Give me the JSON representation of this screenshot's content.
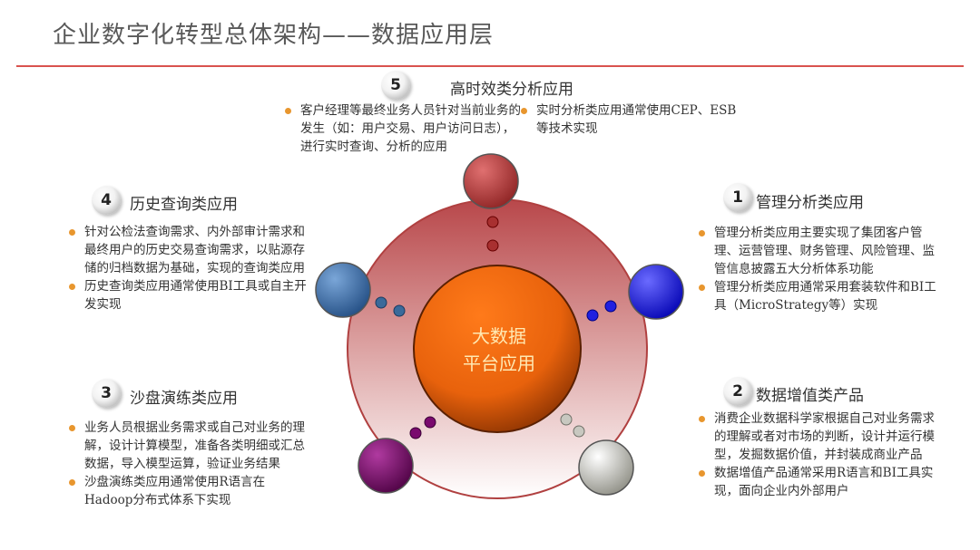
{
  "title": "企业数字化转型总体架构——数据应用层",
  "center": {
    "line1": "大数据",
    "line2": "平台应用"
  },
  "s5": {
    "num": "5",
    "heading": "高时效类分析应用",
    "left": [
      "客户经理等最终业务人员针对当前业务的发生（如：用户交易、用户访问日志），进行实时查询、分析的应用"
    ],
    "right": [
      "实时分析类应用通常使用CEP、ESB等技术实现"
    ]
  },
  "s4": {
    "num": "4",
    "heading": "历史查询类应用",
    "items": [
      "针对公检法查询需求、内外部审计需求和最终用户的历史交易查询需求，以贴源存储的归档数据为基础，实现的查询类应用",
      "历史查询类应用通常使用BI工具或自主开发实现"
    ]
  },
  "s1": {
    "num": "1",
    "heading": "管理分析类应用",
    "items": [
      "管理分析类应用主要实现了集团客户管理、运营管理、财务管理、风险管理、监管信息披露五大分析体系功能",
      "管理分析类应用通常采用套装软件和BI工具（MicroStrategy等）实现"
    ]
  },
  "s3": {
    "num": "3",
    "heading": "沙盘演练类应用",
    "items": [
      "业务人员根据业务需求或自己对业务的理解，设计计算模型，准备各类明细或汇总数据，导入模型运算，验证业务结果",
      "沙盘演练类应用通常使用R语言在Hadoop分布式体系下实现"
    ]
  },
  "s2": {
    "num": "2",
    "heading": "数据增值类产品",
    "items": [
      "消费企业数据科学家根据自己对业务需求的理解或者对市场的判断，设计并运行模型，发掘数据价值，并封装成商业产品",
      "数据增值产品通常采用R语言和BI工具实现，面向企业内外部用户"
    ]
  },
  "colors": {
    "accent": "#d9534f",
    "bullet": "#e8962e",
    "center": "#e8620c",
    "node_top": "#b33a3a",
    "node_left": "#3b6ea8",
    "node_right": "#1e1ee8",
    "node_bottom_left": "#7a0a6e",
    "node_bottom_right": "#b8b8b0"
  }
}
